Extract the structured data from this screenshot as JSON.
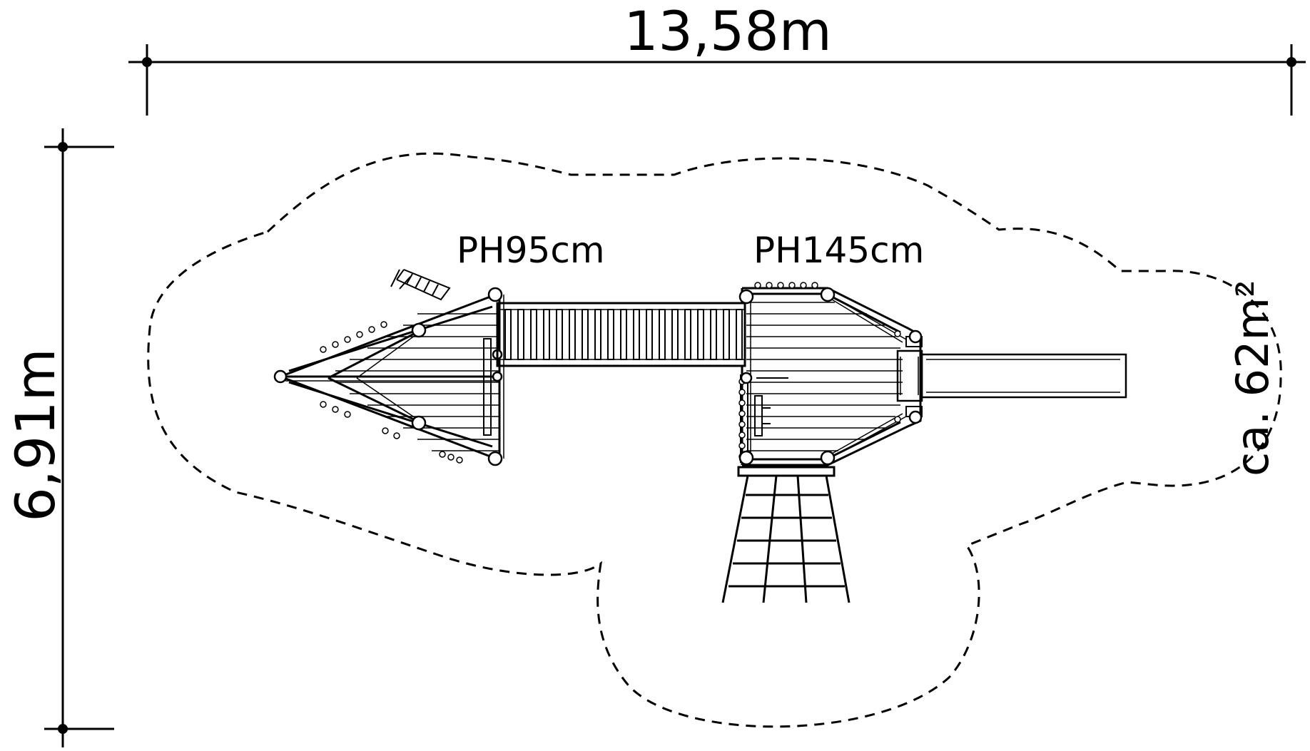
{
  "dimensions": {
    "width_label": "13,58m",
    "height_label": "6,91m"
  },
  "platforms": [
    {
      "label": "PH95cm"
    },
    {
      "label": "PH145cm"
    }
  ],
  "area_label": "ca. 62m²",
  "colors": {
    "line": "#000000",
    "background": "#ffffff"
  }
}
